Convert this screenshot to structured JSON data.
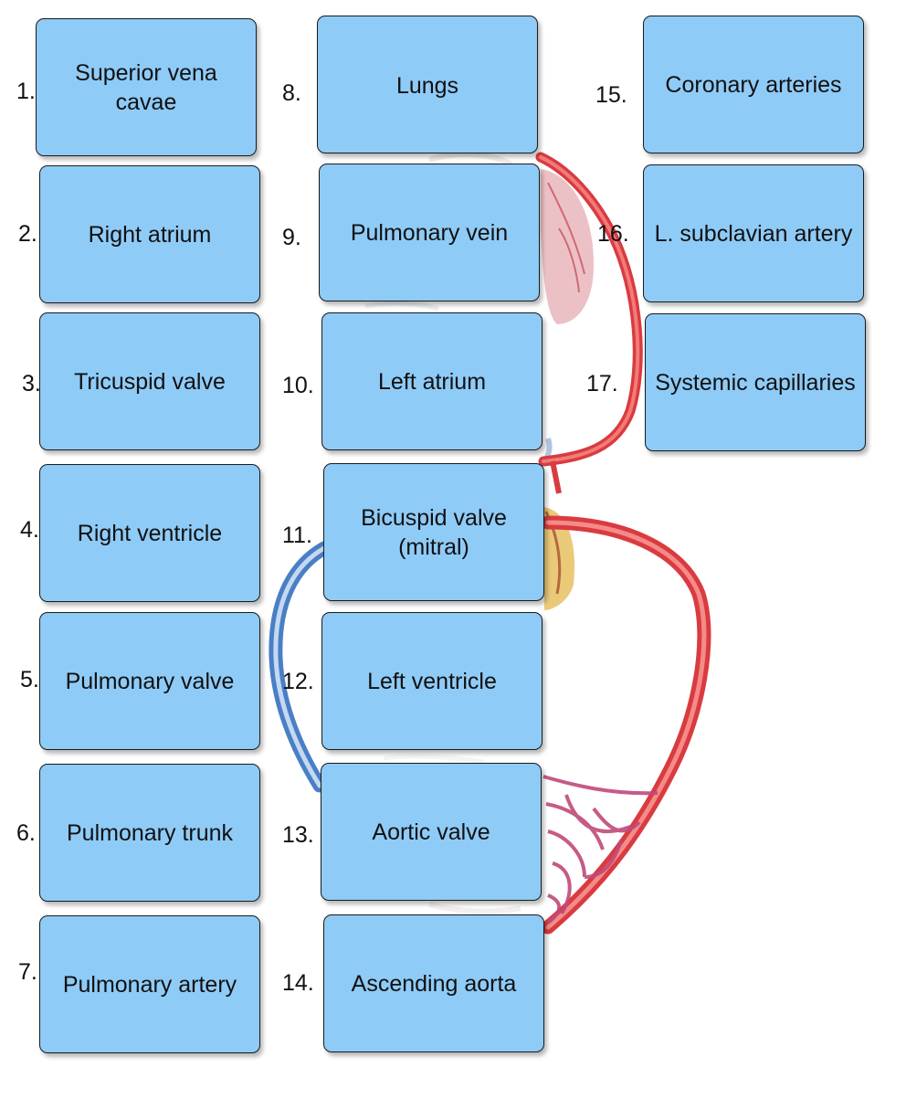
{
  "colors": {
    "card_fill": "#8fcbf7",
    "card_border": "#1a1a1a",
    "artery_red": "#e8474a",
    "vein_blue": "#5b8fd0"
  },
  "numbers": [
    "1.",
    "2.",
    "3.",
    "4.",
    "5.",
    "6.",
    "7.",
    "8.",
    "9.",
    "10.",
    "11.",
    "12.",
    "13.",
    "14.",
    "15.",
    "16.",
    "17."
  ],
  "labels": [
    "Superior vena cavae",
    "Right atrium",
    "Tricuspid valve",
    "Right ventricle",
    "Pulmonary valve",
    "Pulmonary trunk",
    "Pulmonary artery",
    "Lungs",
    "Pulmonary vein",
    "Left atrium",
    "Bicuspid valve (mitral)",
    "Left ventricle",
    "Aortic valve",
    "Ascending aorta",
    "Coronary arteries",
    "L. subclavian artery",
    "Systemic capillaries"
  ]
}
